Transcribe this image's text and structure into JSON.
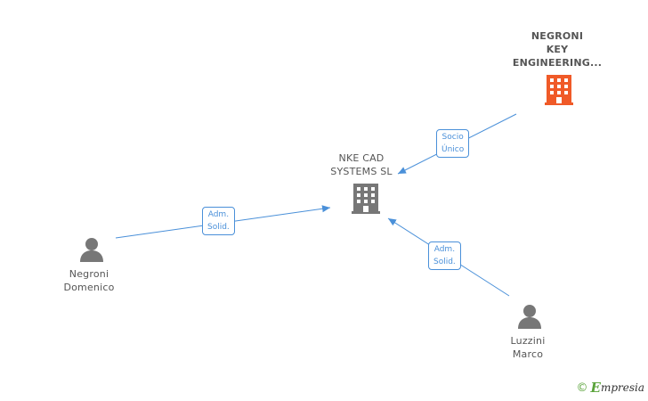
{
  "nodes": {
    "negroni_key": {
      "line1": "NEGRONI",
      "line2": "KEY",
      "line3": "ENGINEERING..."
    },
    "nke_cad": {
      "line1": "NKE CAD",
      "line2": "SYSTEMS  SL"
    },
    "negroni_domenico": {
      "line1": "Negroni",
      "line2": "Domenico"
    },
    "luzzini_marco": {
      "line1": "Luzzini",
      "line2": "Marco"
    }
  },
  "edges": {
    "socio_unico": {
      "line1": "Socio",
      "line2": "Único"
    },
    "adm_solid_domenico": {
      "line1": "Adm.",
      "line2": "Solid."
    },
    "adm_solid_marco": {
      "line1": "Adm.",
      "line2": "Solid."
    }
  },
  "footer": {
    "copyright": "©",
    "brand_initial": "E",
    "brand_rest": "mpresia"
  },
  "colors": {
    "edge": "#4a90d9",
    "highlight_company": "#f05a28",
    "company": "#777777",
    "person": "#777777"
  }
}
